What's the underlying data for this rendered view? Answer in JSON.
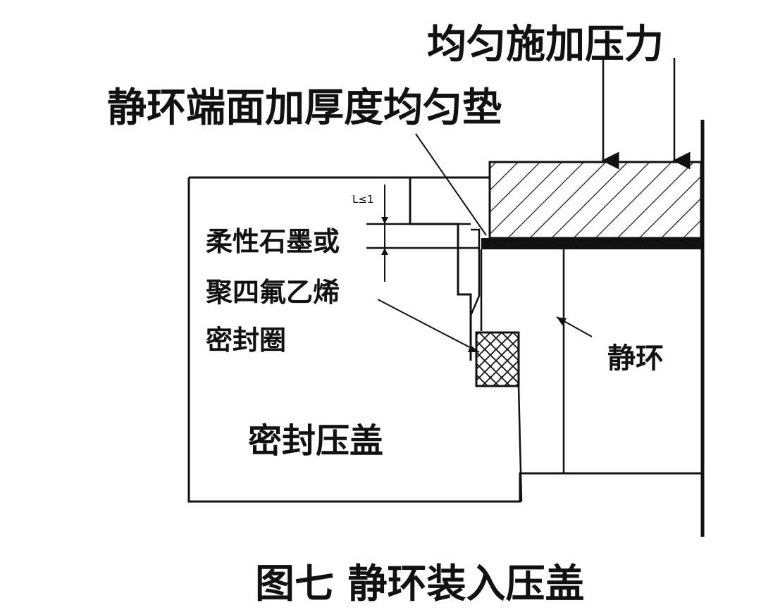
{
  "labels": {
    "uniform_pressure": "均匀施加压力",
    "end_face_pad": "静环端面加厚度均匀垫",
    "dimension_mark": "L≤1",
    "seal_ring_line1": "柔性石墨或",
    "seal_ring_line2": "聚四氟乙烯",
    "seal_ring_line3": "密封圈",
    "stationary_ring": "静环",
    "gland": "密封压盖",
    "figure_caption": "图七 静环装入压盖"
  },
  "colors": {
    "line": "#111111",
    "background": "#ffffff"
  }
}
